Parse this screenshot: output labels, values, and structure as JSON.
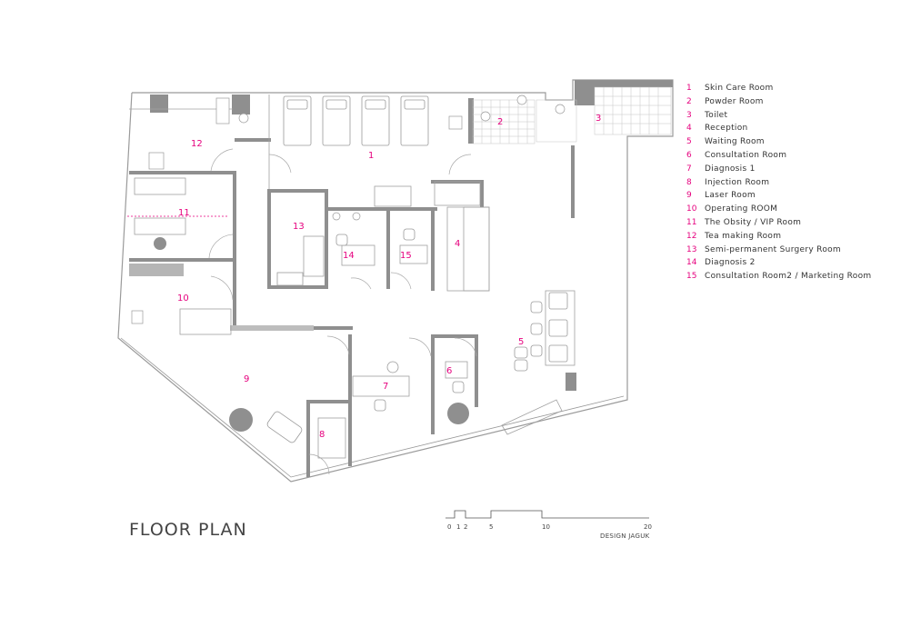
{
  "title": "FLOOR PLAN",
  "credit": "DESIGN JAGUK",
  "accent_color": "#e6007e",
  "wall_color": "#8a8a8a",
  "line_color": "#9a9a9a",
  "scale_labels": [
    "0",
    "1",
    "2",
    "5",
    "10",
    "20"
  ],
  "rooms": [
    {
      "number": "1",
      "name": "Skin Care Room"
    },
    {
      "number": "2",
      "name": "Powder Room"
    },
    {
      "number": "3",
      "name": "Toilet"
    },
    {
      "number": "4",
      "name": "Reception"
    },
    {
      "number": "5",
      "name": "Waiting Room"
    },
    {
      "number": "6",
      "name": "Consultation Room"
    },
    {
      "number": "7",
      "name": "Diagnosis 1"
    },
    {
      "number": "8",
      "name": "Injection Room"
    },
    {
      "number": "9",
      "name": "Laser Room"
    },
    {
      "number": "10",
      "name": "Operating ROOM"
    },
    {
      "number": "11",
      "name": "The Obsity / VIP Room"
    },
    {
      "number": "12",
      "name": "Tea making Room"
    },
    {
      "number": "13",
      "name": "Semi-permanent Surgery Room"
    },
    {
      "number": "14",
      "name": "Diagnosis 2"
    },
    {
      "number": "15",
      "name": "Consultation Room2 / Marketing Room"
    }
  ]
}
